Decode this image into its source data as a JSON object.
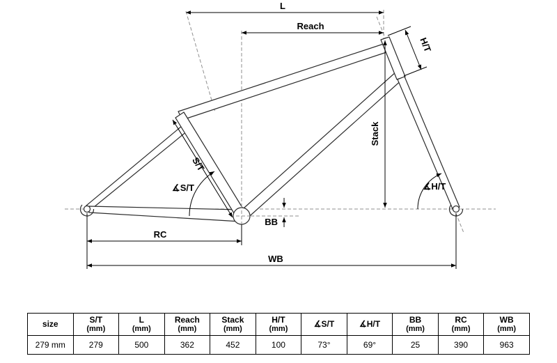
{
  "diagram": {
    "labels": {
      "l": "L",
      "reach": "Reach",
      "ht": "H/T",
      "stack": "Stack",
      "st": "S/T",
      "angle_st": "∡S/T",
      "angle_ht": "∡H/T",
      "bb": "BB",
      "rc": "RC",
      "wb": "WB"
    }
  },
  "table": {
    "headers": [
      {
        "label": "size",
        "unit": ""
      },
      {
        "label": "S/T",
        "unit": "(mm)"
      },
      {
        "label": "L",
        "unit": "(mm)"
      },
      {
        "label": "Reach",
        "unit": "(mm)"
      },
      {
        "label": "Stack",
        "unit": "(mm)"
      },
      {
        "label": "H/T",
        "unit": "(mm)"
      },
      {
        "label": "∡S/T",
        "unit": ""
      },
      {
        "label": "∡H/T",
        "unit": ""
      },
      {
        "label": "BB",
        "unit": "(mm)"
      },
      {
        "label": "RC",
        "unit": "(mm)"
      },
      {
        "label": "WB",
        "unit": "(mm)"
      }
    ],
    "row": {
      "size": "279 mm",
      "st": "279",
      "l": "500",
      "reach": "362",
      "stack": "452",
      "ht": "100",
      "angle_st": "73°",
      "angle_ht": "69°",
      "bb": "25",
      "rc": "390",
      "wb": "963"
    }
  }
}
